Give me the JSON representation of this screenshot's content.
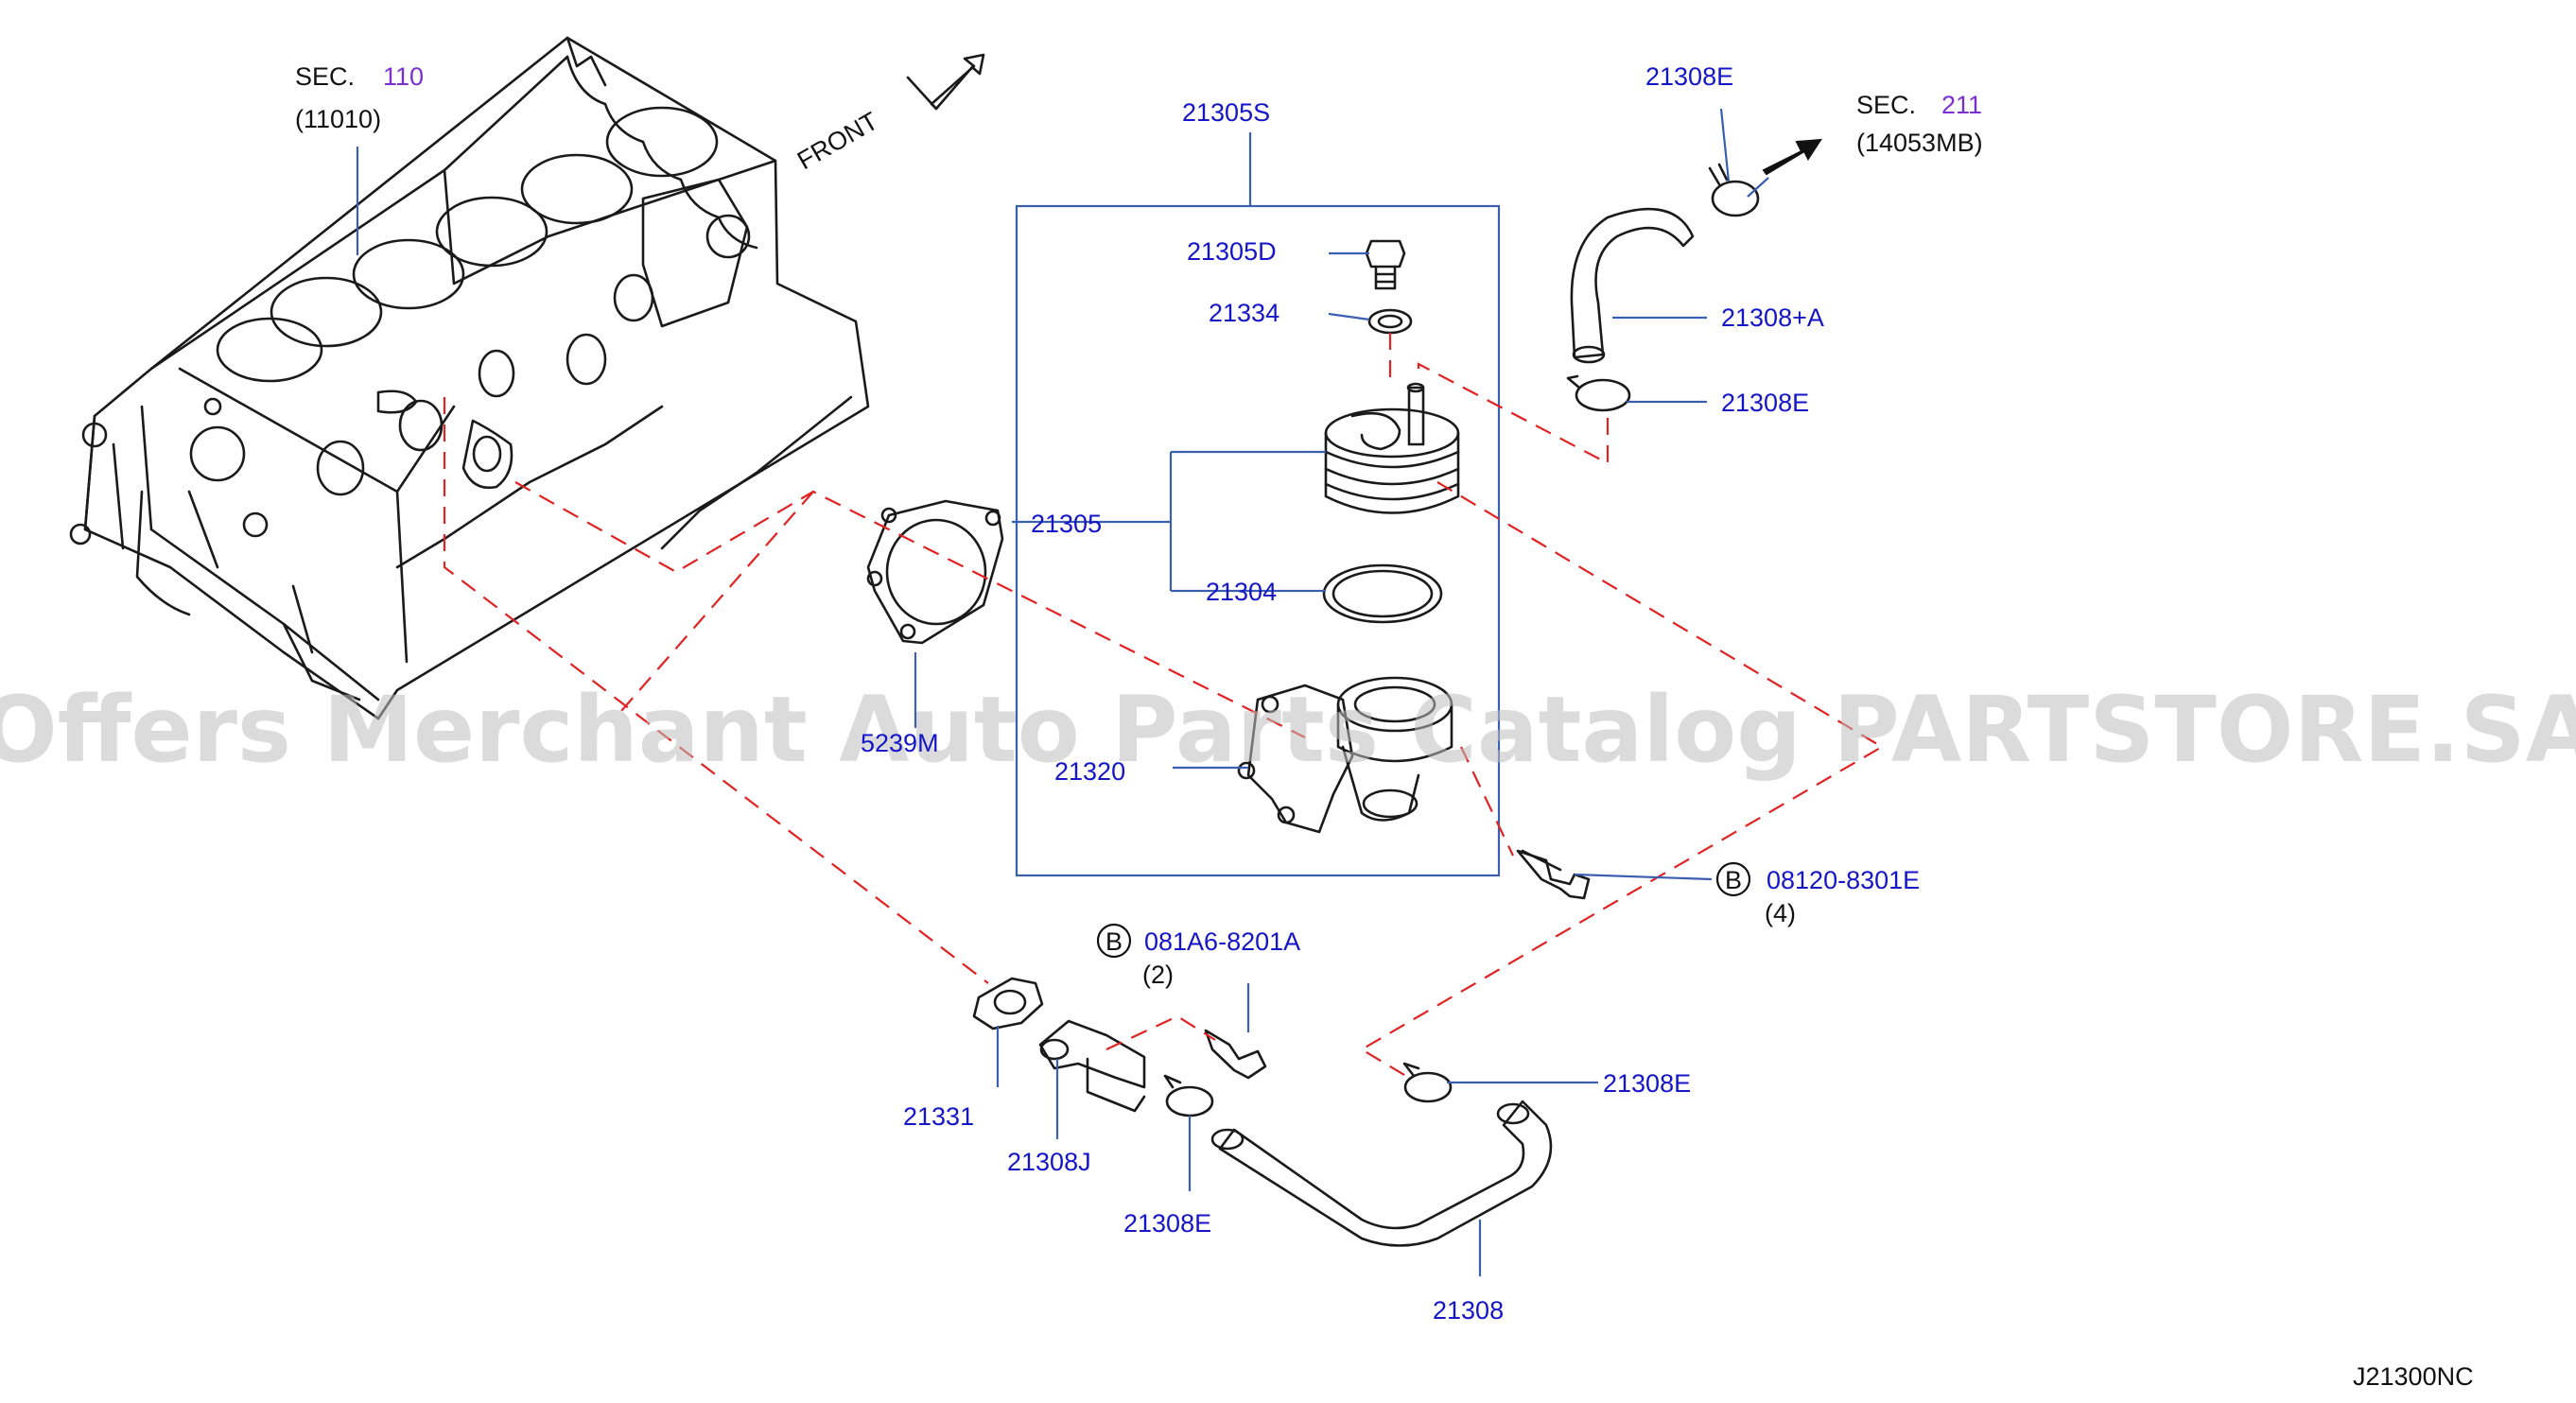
{
  "watermark": "Offers Merchant Auto Parts Catalog PARTSTORE.SA",
  "diagram_code": "J21300NC",
  "front_label": "FRONT",
  "section_refs": [
    {
      "prefix": "SEC.",
      "number": "110",
      "code": "(11010)"
    },
    {
      "prefix": "SEC.",
      "number": "211",
      "code": "(14053MB)"
    }
  ],
  "bolt_marker": "B",
  "parts": {
    "p21305S": "21305S",
    "p21305D": "21305D",
    "p21334": "21334",
    "p21305": "21305",
    "p21304": "21304",
    "p21320": "21320",
    "p52": "5239M",
    "p21308E_top": "21308E",
    "p21308A": "21308+A",
    "p21308E_mid": "21308E",
    "bolt1": "08120-8301E",
    "bolt1_qty": "(4)",
    "bolt2": "081A6-8201A",
    "bolt2_qty": "(2)",
    "p21331": "21331",
    "p21308J": "21308J",
    "p21308E_bottom": "21308E",
    "p21308E_right": "21308E",
    "p21308": "21308"
  },
  "colors": {
    "label": "#1515c8",
    "section_number": "#7a2fd0",
    "leader": "#3a5fb0",
    "dashed": "#e02222",
    "watermark": "#bdbdbd"
  }
}
